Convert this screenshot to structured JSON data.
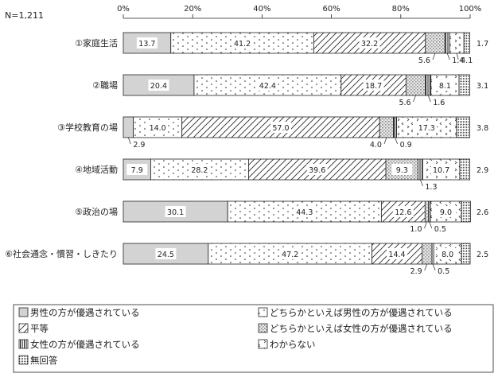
{
  "chart_data": {
    "type": "bar",
    "orientation": "horizontal",
    "stacked": true,
    "note": "N=1,211",
    "x_ticks": [
      "0%",
      "20%",
      "40%",
      "60%",
      "80%",
      "100%"
    ],
    "xlim": [
      0,
      100
    ],
    "grid": false,
    "legend_position": "bottom",
    "categories": [
      "①家庭生活",
      "②職場",
      "③学校教育の場",
      "④地域活動",
      "⑤政治の場",
      "⑥社会通念・慣習・しきたり"
    ],
    "series": [
      {
        "name": "男性の方が優遇されている",
        "pattern": "solid-gray",
        "color": "#d3d3d3",
        "values": [
          13.7,
          20.4,
          2.9,
          7.9,
          30.1,
          24.5
        ]
      },
      {
        "name": "どちらかといえば男性の方が優遇されている",
        "pattern": "dots",
        "values": [
          41.2,
          42.4,
          14.0,
          28.2,
          44.3,
          47.2
        ]
      },
      {
        "name": "平等",
        "pattern": "diagonal-hatch",
        "values": [
          32.2,
          18.7,
          57.0,
          39.6,
          12.6,
          14.4
        ]
      },
      {
        "name": "どちらかといえば女性の方が優遇されている",
        "pattern": "gray-speckle",
        "values": [
          5.6,
          5.6,
          4.0,
          9.3,
          1.0,
          2.9
        ]
      },
      {
        "name": "女性の方が優遇されている",
        "pattern": "vertical-lines",
        "values": [
          1.4,
          1.6,
          0.9,
          1.3,
          0.5,
          0.5
        ]
      },
      {
        "name": "わからない",
        "pattern": "chevrons",
        "values": [
          4.1,
          8.1,
          17.3,
          10.7,
          9.0,
          8.0
        ]
      },
      {
        "name": "無回答",
        "pattern": "dense-dots",
        "values": [
          1.7,
          3.1,
          3.8,
          2.9,
          2.6,
          2.5
        ]
      }
    ]
  }
}
